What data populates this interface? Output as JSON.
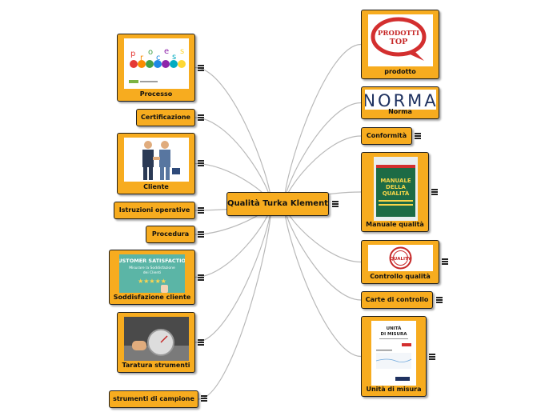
{
  "center": {
    "label": "Qualità Turka Klement"
  },
  "left_nodes": [
    {
      "id": "processo",
      "label": "Processo",
      "image": "process-gears-illustration",
      "image_text": "process"
    },
    {
      "id": "certificazione",
      "label": "Certificazione"
    },
    {
      "id": "cliente",
      "label": "Cliente",
      "image": "businessmen-handshake-illustration"
    },
    {
      "id": "istruzioni",
      "label": "Istruzioni operative"
    },
    {
      "id": "procedura",
      "label": "Procedura"
    },
    {
      "id": "soddisfazione",
      "label": "Soddisfazione cliente",
      "image": "customer-satisfaction-stars",
      "image_text": [
        "CUSTOMER SATISFACTION",
        "Misurare la Soddisfazione",
        "dei Clienti"
      ]
    },
    {
      "id": "taratura",
      "label": "Taratura strumenti",
      "image": "pressure-gauge-photo"
    },
    {
      "id": "campione",
      "label": "strumenti di campione"
    }
  ],
  "right_nodes": [
    {
      "id": "prodotto",
      "label": "prodotto",
      "image": "speech-bubble-stamp",
      "image_text": [
        "PRODOTTI",
        "TOP"
      ]
    },
    {
      "id": "norma",
      "label": "Norma",
      "image": "norma-logo",
      "image_text": "NORMA"
    },
    {
      "id": "conformita",
      "label": "Conformità"
    },
    {
      "id": "manuale",
      "label": "Manuale qualità",
      "image": "book-cover",
      "image_text": [
        "MANUALE",
        "DELLA",
        "QUALITÀ"
      ]
    },
    {
      "id": "controllo",
      "label": "Controllo qualità",
      "image": "quality-control-seal",
      "image_text": "QUALITY"
    },
    {
      "id": "carte",
      "label": "Carte di controllo"
    },
    {
      "id": "unita",
      "label": "Unità di misura",
      "image": "document-page",
      "image_text": [
        "UNITÀ",
        "DI MISURA"
      ]
    }
  ],
  "colors": {
    "node_fill": "#f7ac1f",
    "node_border": "#1e1e1e",
    "connector": "#b9b9b9"
  },
  "icons": {
    "notes": "notes-icon"
  }
}
